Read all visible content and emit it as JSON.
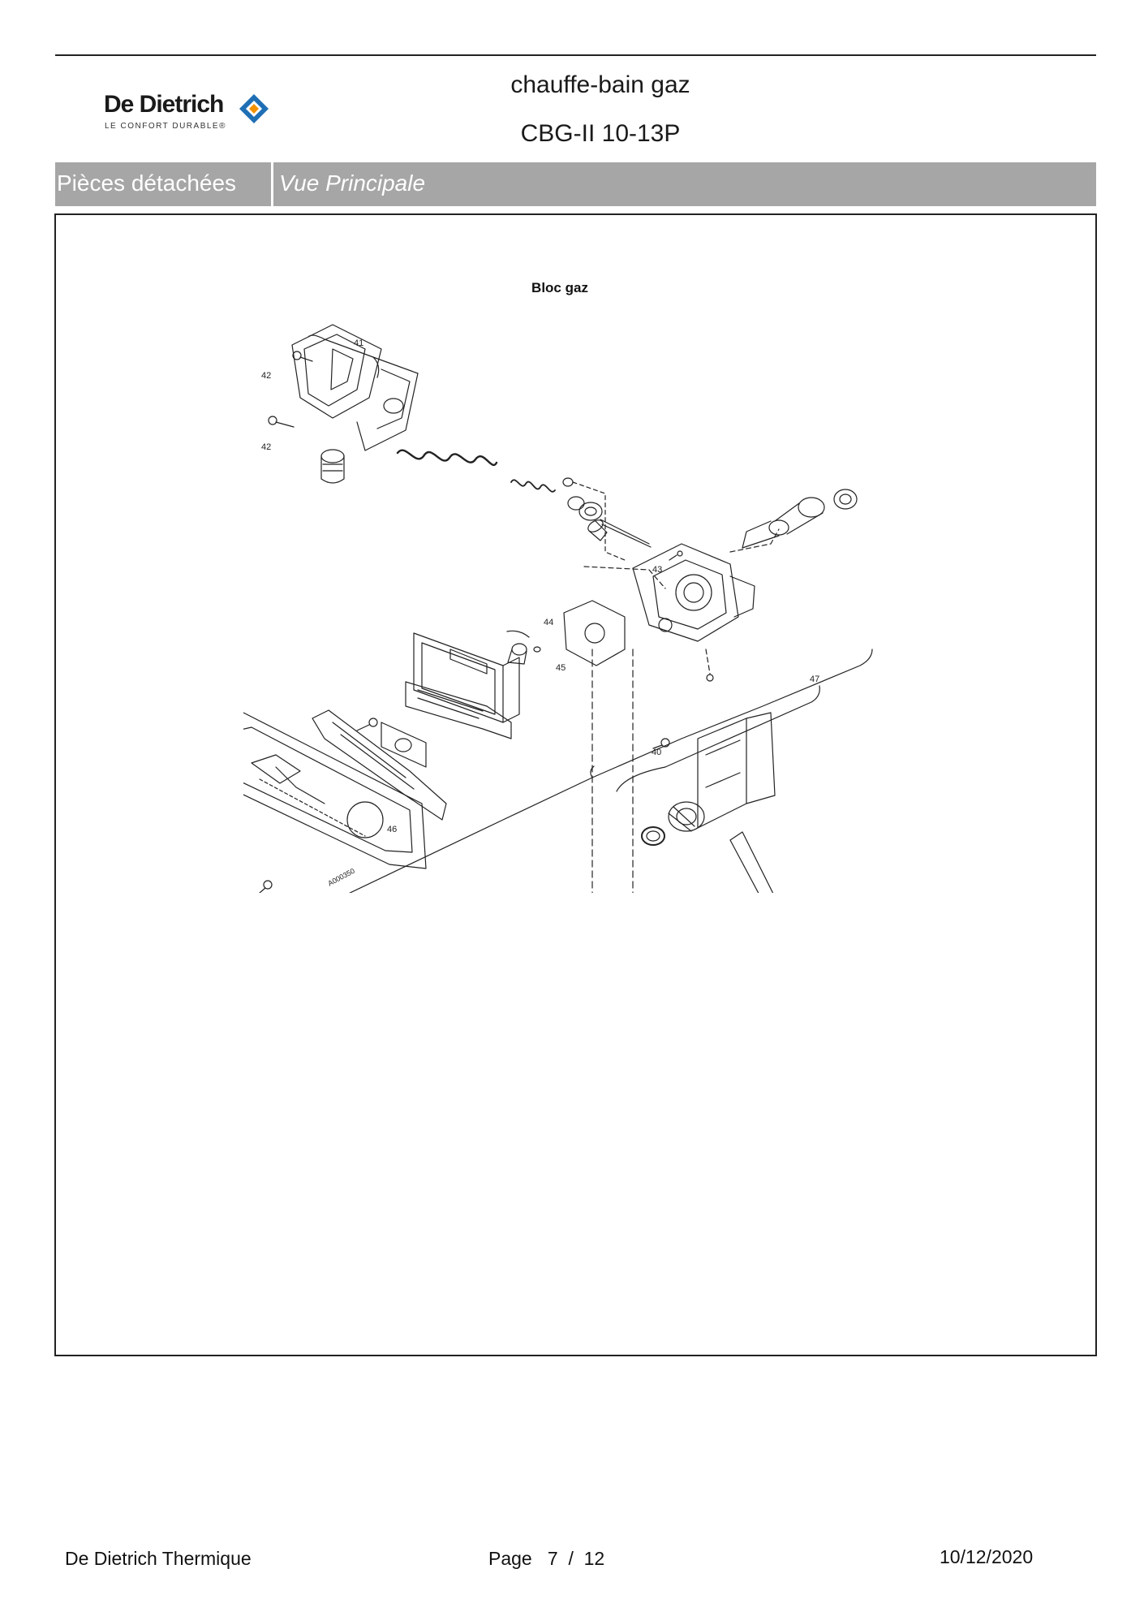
{
  "header": {
    "brand_name": "De Dietrich",
    "brand_tagline": "LE CONFORT DURABLE®",
    "title": "chauffe-bain gaz",
    "model": "CBG-II 10-13P"
  },
  "section_bar": {
    "left_label": "Pièces détachées",
    "right_label": "Vue Principale"
  },
  "diagram": {
    "title": "Bloc gaz",
    "part_labels": {
      "p41": "41",
      "p42a": "42",
      "p42b": "42",
      "p43": "43",
      "p44": "44",
      "p45": "45",
      "p40": "40",
      "p47": "47",
      "p46": "46"
    },
    "drawing_code": "A000350"
  },
  "footer": {
    "company": "De Dietrich Thermique",
    "page_label": "Page",
    "page_current": "7",
    "page_sep": "/",
    "page_total": "12",
    "date": "10/12/2020"
  },
  "colors": {
    "bar": "#a6a6a6",
    "brand_blue": "#1f6fb5",
    "brand_orange": "#f39200"
  }
}
